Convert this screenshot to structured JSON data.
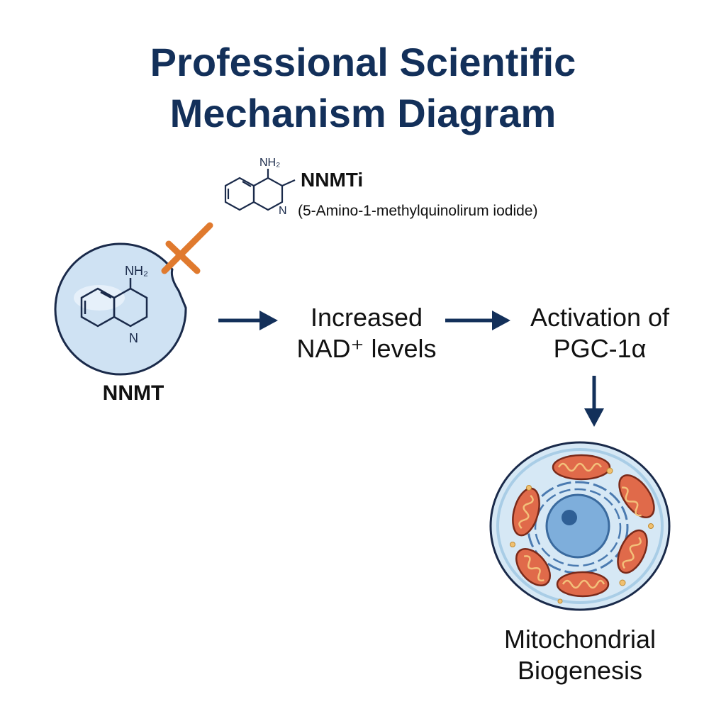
{
  "title": {
    "line1": "Professional Scientific",
    "line2": "Mechanism Diagram"
  },
  "inhibitor": {
    "name": "NNMTi",
    "full_name": "(5-Amino-1-methylquinolirum iodide)",
    "amine_label": "NH₂",
    "ring_atom": "N"
  },
  "enzyme": {
    "label": "NNMT",
    "amine_label": "NH₂",
    "ring_atom": "N"
  },
  "steps": [
    {
      "line1": "Increased",
      "line2": "NAD⁺ levels"
    },
    {
      "line1": "Activation of",
      "line2": "PGC-1α"
    }
  ],
  "outcome": {
    "line1": "Mitochondrial",
    "line2": "Biogenesis"
  },
  "colors": {
    "title": "#13305a",
    "arrow": "#13305a",
    "inhibition_mark": "#e07a2e",
    "enzyme_fill": "#cfe2f3",
    "mitochondria": "#e06a4a"
  }
}
